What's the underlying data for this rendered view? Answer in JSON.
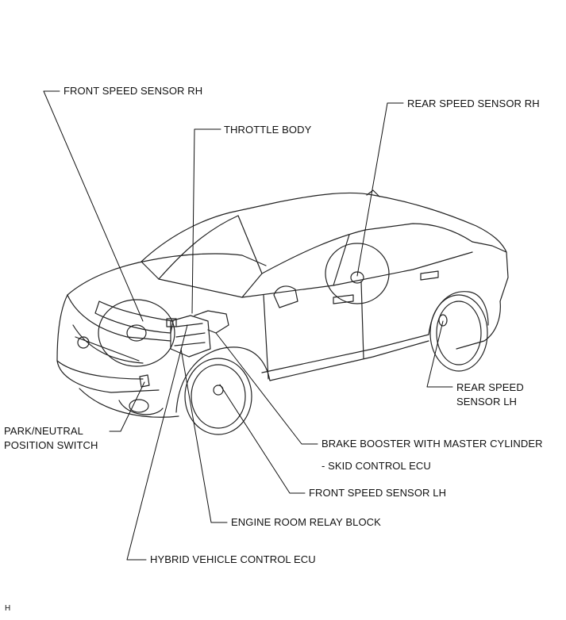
{
  "labels": {
    "front_speed_sensor_rh": "FRONT SPEED SENSOR RH",
    "throttle_body": "THROTTLE BODY",
    "rear_speed_sensor_rh": "REAR SPEED SENSOR RH",
    "rear_speed_sensor_lh": "REAR SPEED\nSENSOR LH",
    "park_neutral_position_switch": "PARK/NEUTRAL\nPOSITION SWITCH",
    "brake_booster_with_master_cylinder": "BRAKE BOOSTER WITH MASTER CYLINDER",
    "skid_control_ecu": "- SKID CONTROL ECU",
    "front_speed_sensor_lh": "FRONT SPEED SENSOR LH",
    "engine_room_relay_block": "ENGINE ROOM RELAY BLOCK",
    "hybrid_vehicle_control_ecu": "HYBRID VEHICLE CONTROL ECU"
  },
  "footer_code": "H",
  "colors": {
    "line": "#111111",
    "background": "#ffffff"
  }
}
